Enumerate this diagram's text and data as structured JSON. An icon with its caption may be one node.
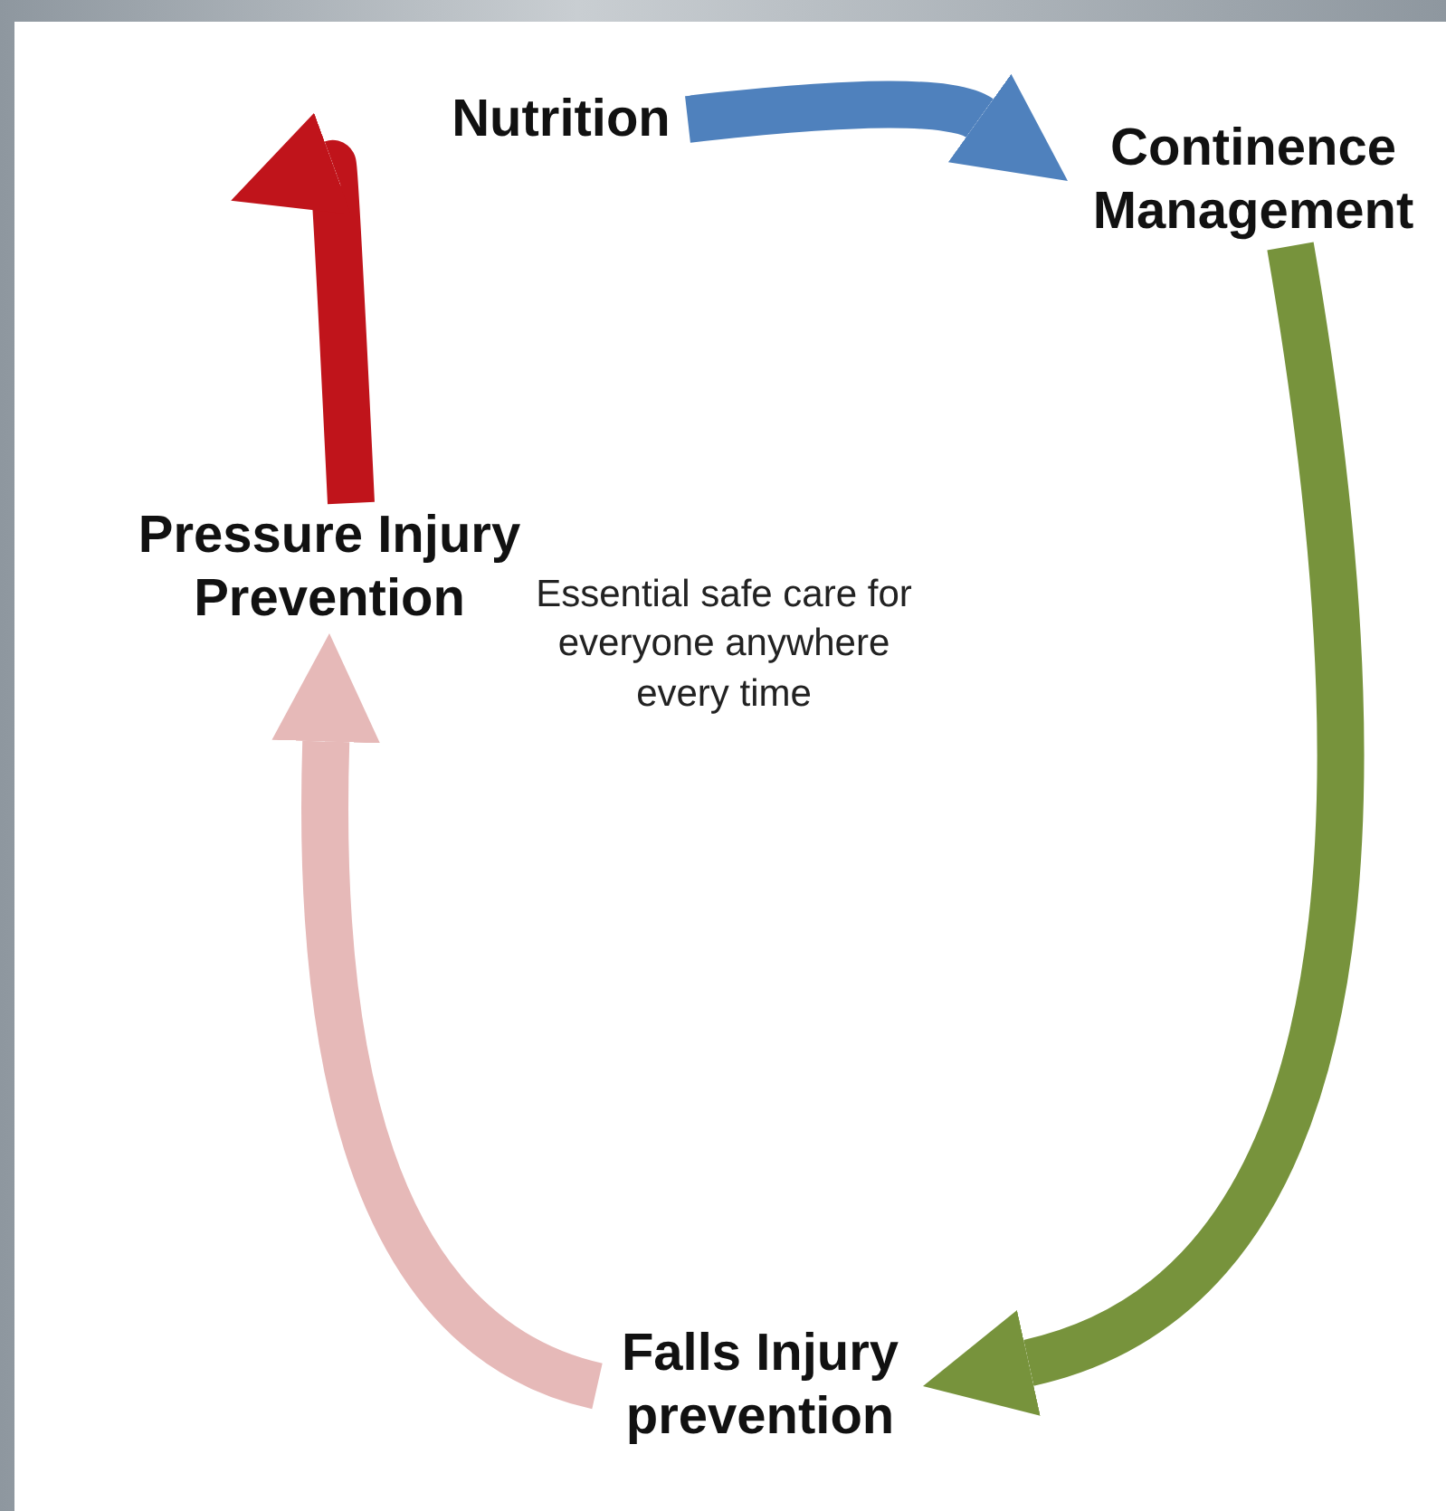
{
  "diagram": {
    "nodes": [
      {
        "text": [
          "Nutrition"
        ]
      },
      {
        "text": [
          "Continence Management"
        ]
      },
      {
        "text": [
          "Falls Injury prevention"
        ]
      },
      {
        "text": [
          "Pressure Injury Prevention"
        ]
      }
    ],
    "edges": [
      {
        "from": 3,
        "to": 0,
        "arrow": "to",
        "color": "#c0141b"
      },
      {
        "from": 0,
        "to": 1,
        "arrow": "to",
        "color": "#4f81bd"
      },
      {
        "from": 1,
        "to": 2,
        "arrow": "to",
        "color": "#77933c"
      },
      {
        "from": 2,
        "to": 3,
        "arrow": "to",
        "color": "#e6b9b8"
      }
    ],
    "labels": [
      "Essential safe care for everyone anywhere every time"
    ]
  }
}
